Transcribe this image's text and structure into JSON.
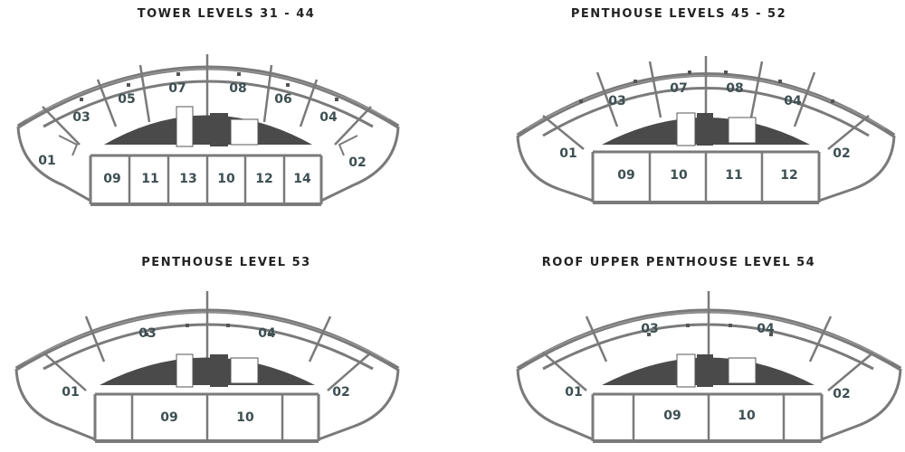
{
  "plans": [
    {
      "title": "TOWER LEVELS 31 - 44",
      "units": [
        "01",
        "02",
        "03",
        "04",
        "05",
        "06",
        "07",
        "08",
        "09",
        "10",
        "11",
        "12",
        "13",
        "14"
      ]
    },
    {
      "title": "PENTHOUSE LEVELS 45 - 52",
      "units": [
        "01",
        "02",
        "03",
        "04",
        "07",
        "08",
        "09",
        "10",
        "11",
        "12"
      ]
    },
    {
      "title": "PENTHOUSE LEVEL 53",
      "units": [
        "01",
        "02",
        "03",
        "04",
        "09",
        "10"
      ]
    },
    {
      "title": "ROOF UPPER PENTHOUSE LEVEL 54",
      "units": [
        "01",
        "02",
        "03",
        "04",
        "09",
        "10"
      ]
    }
  ],
  "colors": {
    "wall": "#7a7a7a",
    "core": "#4a4a4a",
    "label": "#3d4f52"
  }
}
